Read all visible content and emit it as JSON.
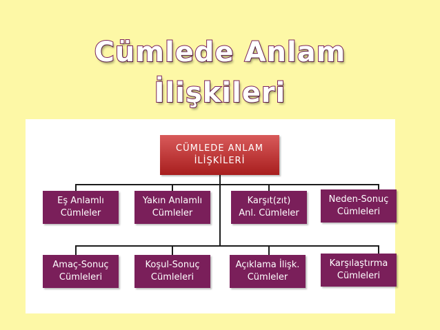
{
  "title_line1": "Cümlede Anlam",
  "title_line2": "İlişkileri",
  "colors": {
    "background": "#fdf8a6",
    "root": "#c43a3a",
    "leaf": "#7a1f5a",
    "title_outline": "#7a1f5c"
  },
  "root": {
    "line1": "CÜMLEDE ANLAM",
    "line2": "İLİŞKİLERİ"
  },
  "row1": [
    {
      "line1": "Eş Anlamlı",
      "line2": "Cümleler"
    },
    {
      "line1": "Yakın Anlamlı",
      "line2": "Cümleler"
    },
    {
      "line1": "Karşıt(zıt)",
      "line2": "Anl. Cümleler"
    },
    {
      "line1": "Neden-Sonuç",
      "line2": "Cümleleri"
    }
  ],
  "row2": [
    {
      "line1": "Amaç-Sonuç",
      "line2": "Cümleleri"
    },
    {
      "line1": "Koşul-Sonuç",
      "line2": "Cümleleri"
    },
    {
      "line1": "Açıklama İlişk.",
      "line2": "Cümleler"
    },
    {
      "line1": "Karşılaştırma",
      "line2": "Cümleleri"
    }
  ]
}
